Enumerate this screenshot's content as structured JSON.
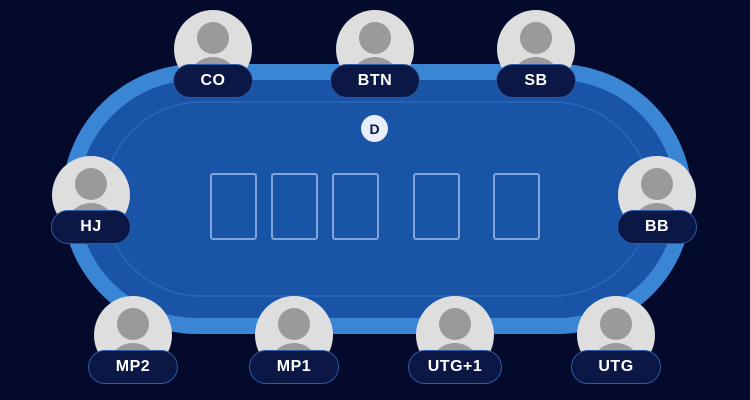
{
  "colors": {
    "background": "#040a2b",
    "table_rim": "#3b86d4",
    "table_felt": "#1a54a6",
    "label_bg": "#0b1744",
    "label_border": "#2a5aa8",
    "avatar_bg": "#dedede",
    "avatar_figure": "#9a9a9a",
    "card_slot_border": "#7fa6dc"
  },
  "dealer_button": {
    "label": "D",
    "icon": "dealer-button"
  },
  "board": {
    "card_slots": 5,
    "cards": []
  },
  "seats": [
    {
      "id": "co",
      "label": "CO",
      "icon": "user-avatar-icon"
    },
    {
      "id": "btn",
      "label": "BTN",
      "icon": "user-avatar-icon"
    },
    {
      "id": "sb",
      "label": "SB",
      "icon": "user-avatar-icon"
    },
    {
      "id": "hj",
      "label": "HJ",
      "icon": "user-avatar-icon"
    },
    {
      "id": "bb",
      "label": "BB",
      "icon": "user-avatar-icon"
    },
    {
      "id": "mp2",
      "label": "MP2",
      "icon": "user-avatar-icon"
    },
    {
      "id": "mp1",
      "label": "MP1",
      "icon": "user-avatar-icon"
    },
    {
      "id": "utg1",
      "label": "UTG+1",
      "icon": "user-avatar-icon"
    },
    {
      "id": "utg",
      "label": "UTG",
      "icon": "user-avatar-icon"
    }
  ]
}
